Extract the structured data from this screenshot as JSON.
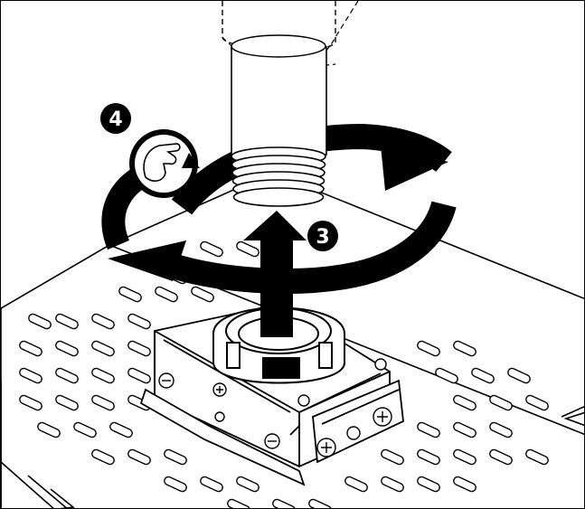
{
  "steps": [
    {
      "label": "4",
      "action": "rotate"
    },
    {
      "label": "3",
      "action": "push-up"
    }
  ],
  "colors": {
    "line": "#000000",
    "fill": "#ffffff",
    "badge": "#000000",
    "badge_text": "#ffffff"
  }
}
